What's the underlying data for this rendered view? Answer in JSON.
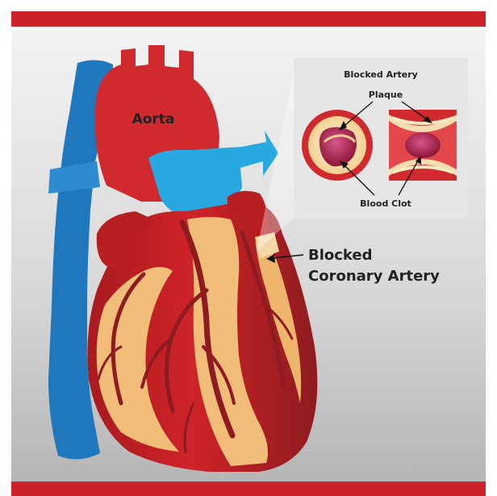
{
  "labels": {
    "aorta": "Aorta",
    "blocked_coronary_line1": "Blocked",
    "blocked_coronary_line2": "Coronary Artery",
    "inset_title": "Blocked Artery",
    "plaque": "Plaque",
    "blood_clot": "Blood Clot"
  },
  "colors": {
    "frame_red": "#cc2229",
    "heart_red": "#c81f25",
    "heart_dark": "#8e1b1f",
    "vein_blue": "#1f77bd",
    "vessel_cyan": "#27a8e0",
    "fat_yellow": "#f2bd78",
    "plaque_cream": "#f7e5b4",
    "clot_purple": "#a01a3e"
  }
}
